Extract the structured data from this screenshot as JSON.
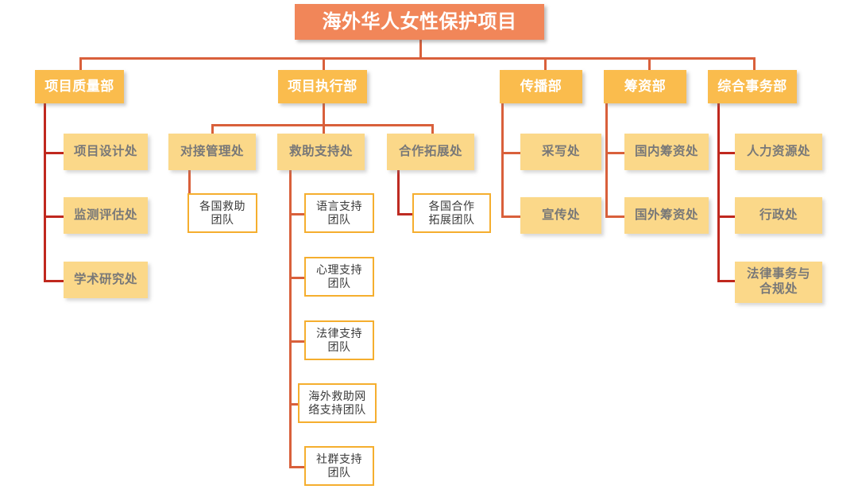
{
  "chart_title": "海外华人女性保护项目",
  "palette": {
    "root_fill": "#F18659",
    "dept_fill": "#FABC4D",
    "division_fill": "#FBD889",
    "team_fill": "#FFFFFF",
    "team_border": "#F5AE2E",
    "connector": "#D9603B",
    "connector_dark": "#C0281E",
    "root_text": "#FFFFFF",
    "dept_text": "#FFFFFF",
    "division_text": "#787878",
    "team_text": "#3A3A3A",
    "background": "#FFFFFF"
  },
  "root": {
    "label": "海外华人女性保护项目"
  },
  "departments": [
    {
      "label": "项目质量部",
      "divisions": [
        {
          "label": "项目设计处",
          "teams": []
        },
        {
          "label": "监测评估处",
          "teams": []
        },
        {
          "label": "学术研究处",
          "teams": []
        }
      ]
    },
    {
      "label": "项目执行部",
      "divisions": [
        {
          "label": "对接管理处",
          "teams": [
            {
              "label": "各国救助\n团队"
            }
          ]
        },
        {
          "label": "救助支持处",
          "teams": [
            {
              "label": "语言支持\n团队"
            },
            {
              "label": "心理支持\n团队"
            },
            {
              "label": "法律支持\n团队"
            },
            {
              "label": "海外救助网\n络支持团队"
            },
            {
              "label": "社群支持\n团队"
            }
          ]
        },
        {
          "label": "合作拓展处",
          "teams": [
            {
              "label": "各国合作\n拓展团队"
            }
          ]
        }
      ]
    },
    {
      "label": "传播部",
      "divisions": [
        {
          "label": "采写处",
          "teams": []
        },
        {
          "label": "宣传处",
          "teams": []
        }
      ]
    },
    {
      "label": "筹资部",
      "divisions": [
        {
          "label": "国内筹资处",
          "teams": []
        },
        {
          "label": "国外筹资处",
          "teams": []
        }
      ]
    },
    {
      "label": "综合事务部",
      "divisions": [
        {
          "label": "人力资源处",
          "teams": []
        },
        {
          "label": "行政处",
          "teams": []
        },
        {
          "label": "法律事务与\n合规处",
          "teams": []
        }
      ]
    }
  ]
}
